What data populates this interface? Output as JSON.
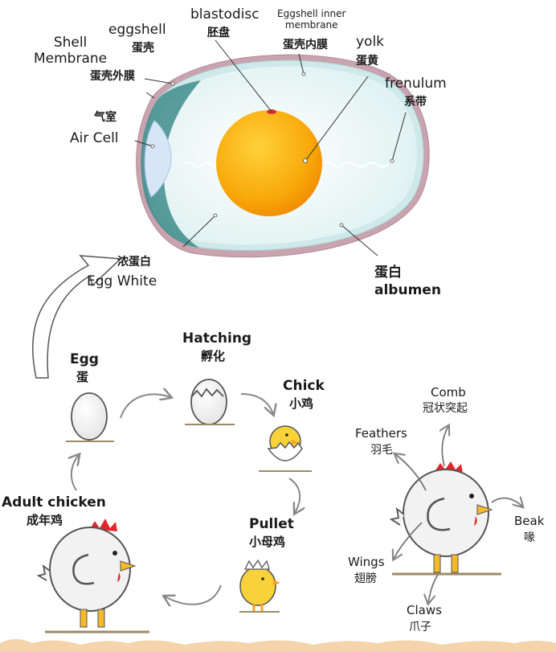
{
  "egg_diagram": {
    "shell_membrane": {
      "en": "Shell\nMembrane",
      "zh": "蛋壳外膜"
    },
    "eggshell": {
      "en": "eggshell",
      "zh": "蛋壳"
    },
    "blastodisc": {
      "en": "blastodisc",
      "zh": "胚盘"
    },
    "inner_membrane": {
      "en": "Eggshell inner\nmembrane",
      "zh": "蛋壳内膜"
    },
    "yolk": {
      "en": "yolk",
      "zh": "蛋黄"
    },
    "frenulum": {
      "en": "frenulum",
      "zh": "系带"
    },
    "air_cell": {
      "en": "Air Cell",
      "zh": "气室"
    },
    "egg_white": {
      "en": "Egg White",
      "zh": "浓蛋白"
    },
    "albumen": {
      "en": "albumen",
      "zh": "蛋白"
    }
  },
  "life_cycle": {
    "egg": {
      "en": "Egg",
      "zh": "蛋"
    },
    "hatching": {
      "en": "Hatching",
      "zh": "孵化"
    },
    "chick": {
      "en": "Chick",
      "zh": "小鸡"
    },
    "pullet": {
      "en": "Pullet",
      "zh": "小母鸡"
    },
    "adult": {
      "en": "Adult chicken",
      "zh": "成年鸡"
    }
  },
  "anatomy": {
    "comb": {
      "en": "Comb",
      "zh": "冠状突起"
    },
    "feathers": {
      "en": "Feathers",
      "zh": "羽毛"
    },
    "beak": {
      "en": "Beak",
      "zh": "喙"
    },
    "wings": {
      "en": "Wings",
      "zh": "翅膀"
    },
    "claws": {
      "en": "Claws",
      "zh": "爪子"
    }
  },
  "colors": {
    "shell": "#c9a3ad",
    "inner_membrane": "#6aa9a8",
    "albumen": "#ecf8f8",
    "yolk": "#f7a90b",
    "air_cell": "#d7e6f7",
    "chicken_body": "#f2f2f2",
    "comb": "#e2262b",
    "beak": "#f5b92a",
    "chick": "#f7d23a",
    "ground": "#9b8b66"
  }
}
